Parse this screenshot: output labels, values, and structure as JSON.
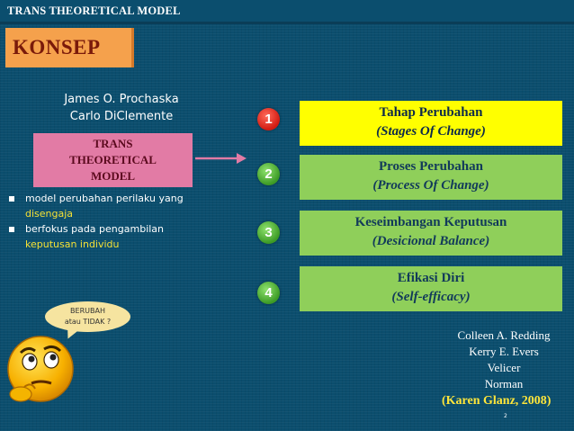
{
  "header": {
    "title": "TRANS THEORETICAL MODEL"
  },
  "section": {
    "label": "KONSEP"
  },
  "authors": [
    "James O. Prochaska",
    "Carlo DiClemente"
  ],
  "ttm_box": {
    "lines": [
      "TRANS",
      "THEORETICAL",
      "MODEL"
    ]
  },
  "bullets": [
    {
      "text": "model perubahan perilaku yang ",
      "highlight": "disengaja"
    },
    {
      "text": "berfokus pada pengambilan ",
      "highlight": "keputusan individu"
    }
  ],
  "steps": [
    {
      "number": "1",
      "title": "Tahap Perubahan",
      "subtitle": "(Stages Of Change)"
    },
    {
      "number": "2",
      "title": "Proses Perubahan",
      "subtitle": "(Process Of Change)"
    },
    {
      "number": "3",
      "title": "Keseimbangan Keputusan",
      "subtitle": "(Desicional Balance)"
    },
    {
      "number": "4",
      "title": "Efikasi Diri",
      "subtitle": "(Self-efficacy)"
    }
  ],
  "speech_bubble": {
    "lines": [
      "BERUBAH",
      "atau TIDAK ?"
    ]
  },
  "citation_authors": [
    "Colleen A. Redding",
    "Kerry E. Evers",
    "Velicer",
    "Norman"
  ],
  "reference": "(Karen Glanz, 2008)",
  "page_number": "2",
  "icons": {
    "thinking": "thinking-smiley-icon",
    "arrow": "arrow-right-icon"
  },
  "colors": {
    "background": "#0b4e6e",
    "accent_orange": "#f5a14c",
    "ttm_pink": "#e27ba5",
    "box_yellow": "#ffff00",
    "box_green": "#8fcf5a",
    "circle_red": "#d11a10",
    "circle_green": "#3c9a25",
    "highlight": "#f5e135"
  }
}
